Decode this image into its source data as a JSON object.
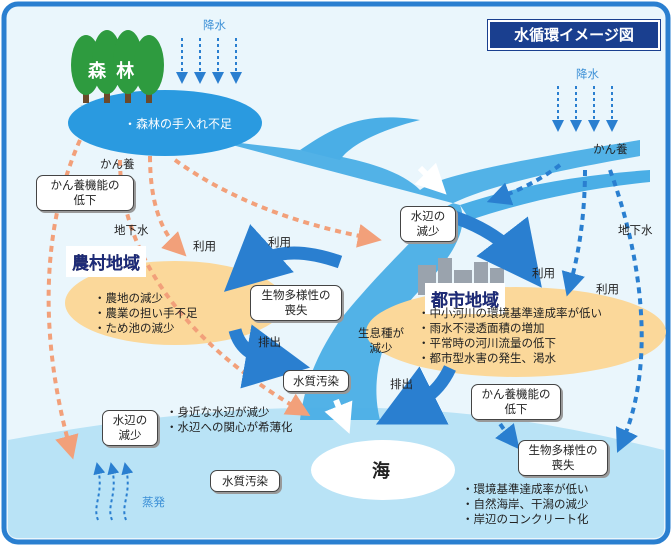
{
  "title": "水循環イメージ図",
  "forest": {
    "label": "森 林",
    "bullet": "・森林の手入れ不足"
  },
  "precip_left": "降水",
  "precip_right": "降水",
  "kanyo_left": "かん養",
  "kanyo_right": "かん養",
  "groundwater_left": "地下水",
  "groundwater_right": "地下水",
  "evaporation": "蒸発",
  "boxes": {
    "kanyo_decline_left": "かん養機能の\n低下",
    "waterside_decrease_top": "水辺の\n減少",
    "biodiversity_loss_center": "生物多様性の\n喪失",
    "water_pollution_center": "水質汚染",
    "waterside_decrease_bottom": "水辺の\n減少",
    "water_pollution_bottom": "水質汚染",
    "kanyo_decline_right": "かん養機能の\n低下",
    "biodiversity_loss_right": "生物多様性の\n喪失"
  },
  "rural": {
    "label": "農村地域",
    "bullets": "・農地の減少\n・農業の担い手不足\n・ため池の減少"
  },
  "urban": {
    "label": "都市地域",
    "bullets": "・中小河川の環境基準達成率が低い\n・雨水不浸透面積の増加\n・平常時の河川流量の低下\n・都市型水害の発生、渇水"
  },
  "arrow_labels": {
    "use_left": "利用",
    "use_rural": "利用",
    "use_urban_top": "利用",
    "use_urban_bottom": "利用",
    "discharge_rural": "排出",
    "discharge_urban": "排出"
  },
  "species_decrease": "生息種が\n減少",
  "waterside_bullets": "・身近な水辺が減少\n・水辺への関心が希薄化",
  "sea": {
    "label": "海",
    "bullets": "・環境基準達成率が低い\n・自然海岸、干潟の減少\n・岸辺のコンクリート化"
  },
  "colors": {
    "border_blue": "#2a7fd0",
    "sky": "#e6f4fb",
    "river": "#4aaee6",
    "forest_green": "#2e9b3f",
    "ellipse_orange": "#fbd89a",
    "dash_salmon": "#f2a07a",
    "dash_blue": "#2a7fd0",
    "title_navy": "#1a3f8f"
  }
}
